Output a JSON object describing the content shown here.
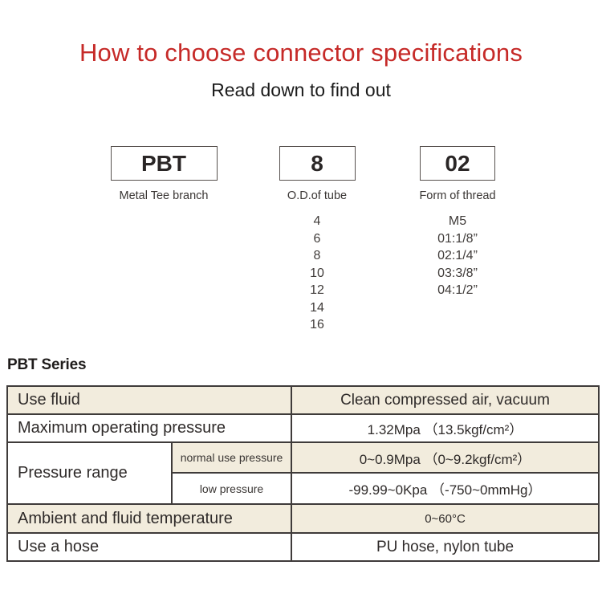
{
  "header": {
    "title": "How to choose connector specifications",
    "subtitle": "Read down to find out",
    "title_color": "#c62a28"
  },
  "breakdown": {
    "parts": [
      {
        "code": "PBT",
        "label": "Metal Tee branch"
      },
      {
        "code": "8",
        "label": "O.D.of tube",
        "options": [
          "4",
          "6",
          "8",
          "10",
          "12",
          "14",
          "16"
        ]
      },
      {
        "code": "02",
        "label": "Form of thread",
        "options": [
          "M5",
          "01:1/8”",
          "02:1/4”",
          "03:3/8”",
          "04:1/2”"
        ]
      }
    ]
  },
  "series": {
    "heading": "PBT Series"
  },
  "spec_table": {
    "rows": [
      {
        "label": "Use fluid",
        "value": "Clean compressed air, vacuum"
      },
      {
        "label": "Maximum operating pressure",
        "value": "1.32Mpa （13.5kgf/cm²）"
      },
      {
        "label": "Pressure range",
        "sub_rows": [
          {
            "label": "normal use pressure",
            "value": "0~0.9Mpa （0~9.2kgf/cm²）"
          },
          {
            "label": "low pressure",
            "value": "-99.99~0Kpa （-750~0mmHg）"
          }
        ]
      },
      {
        "label": "Ambient and fluid temperature",
        "value": "0~60°C"
      },
      {
        "label": "Use a hose",
        "value": "PU hose, nylon tube"
      }
    ],
    "colors": {
      "accent_row_bg": "#f2ecdd",
      "border": "#3f3b3a"
    }
  }
}
